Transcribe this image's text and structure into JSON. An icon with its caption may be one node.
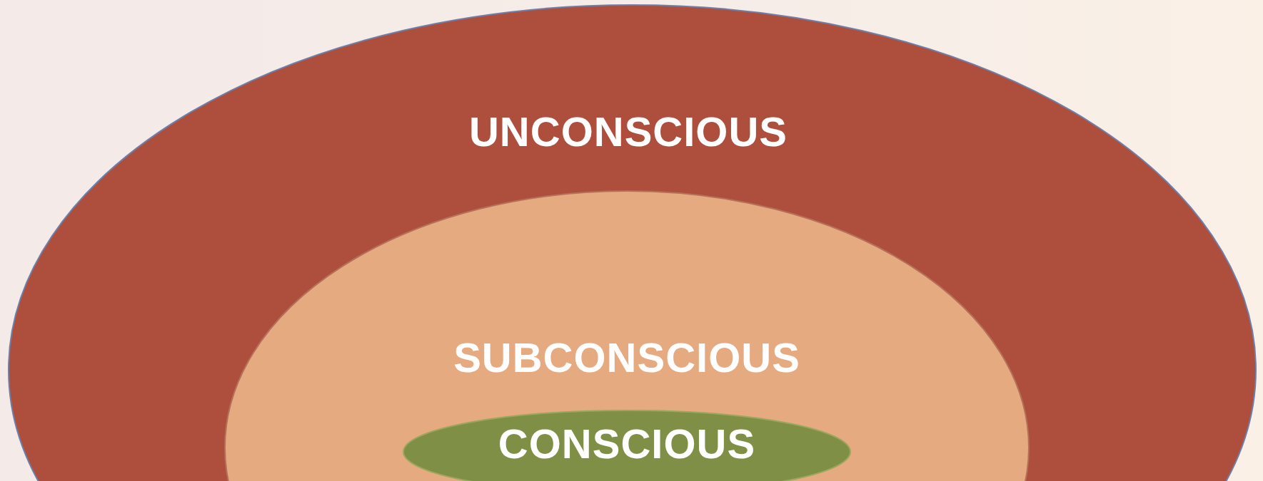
{
  "diagram": {
    "nodes": [
      {
        "text": [
          "UNCONSCIOUS"
        ]
      },
      {
        "text": [
          "SUBCONSCIOUS"
        ],
        "in": 0
      },
      {
        "text": [
          "CONSCIOUS"
        ],
        "in": 1
      }
    ]
  }
}
